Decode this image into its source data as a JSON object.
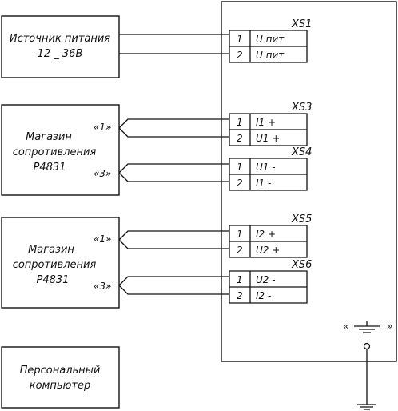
{
  "power_source": {
    "title_line1": "Источник питания",
    "title_line2": "12 _ 36В"
  },
  "store_1": {
    "title_line1": "Магазин",
    "title_line2": "сопротивления",
    "title_line3": "Р4831",
    "term_a": "«1»",
    "term_b": "«3»"
  },
  "store_2": {
    "title_line1": "Магазин",
    "title_line2": "сопротивления",
    "title_line3": "Р4831",
    "term_a": "«1»",
    "term_b": "«3»"
  },
  "pc": {
    "title_line1": "Персональный",
    "title_line2": "компьютер"
  },
  "connectors": [
    {
      "label": "XS1",
      "pins": [
        {
          "num": "1",
          "signal": "U пит"
        },
        {
          "num": "2",
          "signal": "U пит"
        }
      ]
    },
    {
      "label": "XS3",
      "pins": [
        {
          "num": "1",
          "signal": "I1 +"
        },
        {
          "num": "2",
          "signal": "U1 +"
        }
      ]
    },
    {
      "label": "XS4",
      "pins": [
        {
          "num": "1",
          "signal": "U1 -"
        },
        {
          "num": "2",
          "signal": "I1 -"
        }
      ]
    },
    {
      "label": "XS5",
      "pins": [
        {
          "num": "1",
          "signal": "I2 +"
        },
        {
          "num": "2",
          "signal": "U2 +"
        }
      ]
    },
    {
      "label": "XS6",
      "pins": [
        {
          "num": "1",
          "signal": "U2 -"
        },
        {
          "num": "2",
          "signal": "I2 -"
        }
      ]
    }
  ],
  "ground": {
    "quote_open": "«",
    "quote_close": "»"
  }
}
